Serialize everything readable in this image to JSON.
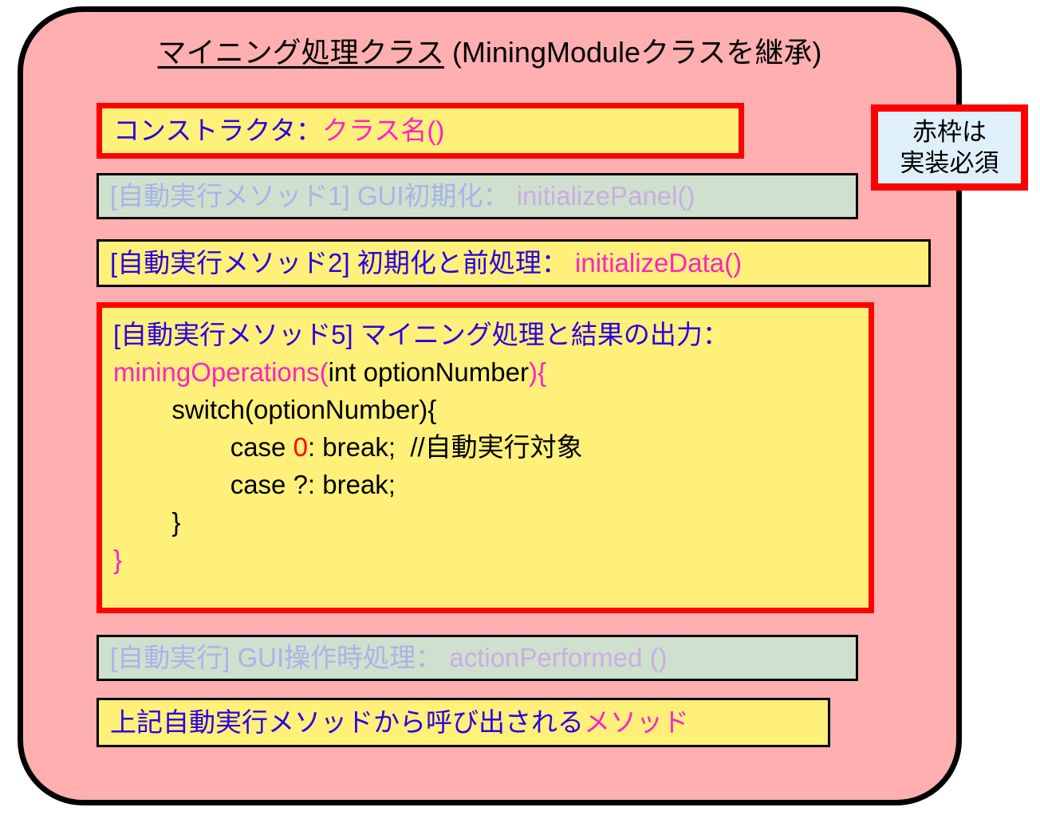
{
  "class_box": {
    "title_underlined": "マイニング処理クラス",
    "title_rest": " (MiningModuleクラスを継承)",
    "fill_color": "#FFAFAF",
    "border_color": "#000000"
  },
  "legend": {
    "line1": "赤枠は",
    "line2": "実装必須",
    "fill_color": "#DFF0FA",
    "border_color": "#FF0000"
  },
  "members": {
    "constructor": {
      "label": "コンストラクタ：",
      "name": "クラス名()",
      "required": true,
      "fill": "#FFF07A",
      "border": "#FF0000"
    },
    "initialize_panel": {
      "label": "[自動実行メソッド1] GUI初期化：",
      "name": " initializePanel()",
      "required": false,
      "disabled": true,
      "fill": "#CFE0CF",
      "border": "#000000"
    },
    "initialize_data": {
      "label": "[自動実行メソッド2] 初期化と前処理：",
      "name": " initializeData()",
      "required": false,
      "fill": "#FFF07A",
      "border": "#000000"
    },
    "mining_operations": {
      "required": true,
      "fill": "#FFF07A",
      "border": "#FF0000",
      "header_label": "[自動実行メソッド5] マイニング処理と結果の出力：",
      "signature_name": "miningOperations",
      "signature_args_open": "(",
      "signature_args": "int optionNumber",
      "signature_args_close": ")",
      "signature_brace_open": "{",
      "code": {
        "switch_line": "        switch(optionNumber){",
        "case_zero_prefix": "                case ",
        "case_zero_value": "0",
        "case_zero_suffix": ": break;  //自動実行対象",
        "case_q": "                case ?: break;",
        "inner_close": "        }",
        "outer_close": "}"
      }
    },
    "action_performed": {
      "label": "[自動実行] GUI操作時処理：",
      "name": " actionPerformed ()",
      "required": false,
      "disabled": true,
      "fill": "#CFE0CF",
      "border": "#000000"
    },
    "called_methods": {
      "label": "上記自動実行メソッドから呼び出される",
      "name": "メソッド",
      "required": false,
      "fill": "#FFF07A",
      "border": "#000000"
    }
  },
  "colors": {
    "blue_text": "#2A00E0",
    "magenta_text": "#FF21C8",
    "red_accent": "#FF0000",
    "black_text": "#000000",
    "faded_blue": "#A8B4E8",
    "faded_magenta": "#C9AEE0"
  }
}
